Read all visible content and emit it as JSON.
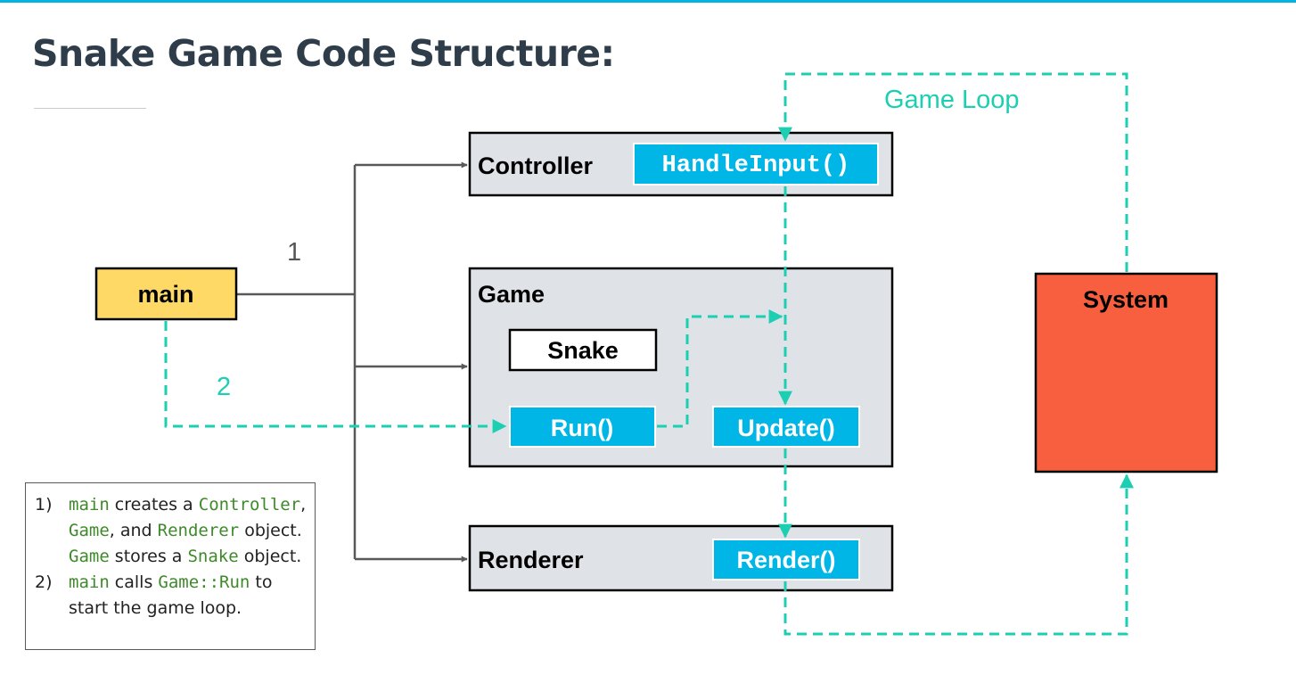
{
  "title": "Snake Game Code Structure:",
  "diagram": {
    "labels": {
      "game_loop": "Game Loop",
      "step_1": "1",
      "step_2": "2"
    },
    "nodes": {
      "main": "main",
      "controller": "Controller",
      "handle_input": "HandleInput()",
      "game": "Game",
      "snake": "Snake",
      "run": "Run()",
      "update": "Update()",
      "renderer": "Renderer",
      "render": "Render()",
      "system": "System"
    },
    "colors": {
      "main_fill": "#ffd966",
      "class_fill": "#dfe3e8",
      "method_fill": "#00b6e6",
      "system_fill": "#f85f3e",
      "loop_color": "#1dcfb2",
      "ownership_arrow": "#595959"
    }
  },
  "notes": [
    {
      "num": "1)",
      "parts": [
        {
          "code": "main"
        },
        {
          "text": " creates a "
        },
        {
          "code": "Controller"
        },
        {
          "text": ", "
        },
        {
          "code": "Game"
        },
        {
          "text": ", and "
        },
        {
          "code": "Renderer"
        },
        {
          "text": " object. "
        },
        {
          "code": "Game"
        },
        {
          "text": " stores a "
        },
        {
          "code": "Snake"
        },
        {
          "text": " object."
        }
      ]
    },
    {
      "num": "2)",
      "parts": [
        {
          "code": "main"
        },
        {
          "text": " calls "
        },
        {
          "code": "Game::Run"
        },
        {
          "text": " to start the game loop."
        }
      ]
    }
  ]
}
